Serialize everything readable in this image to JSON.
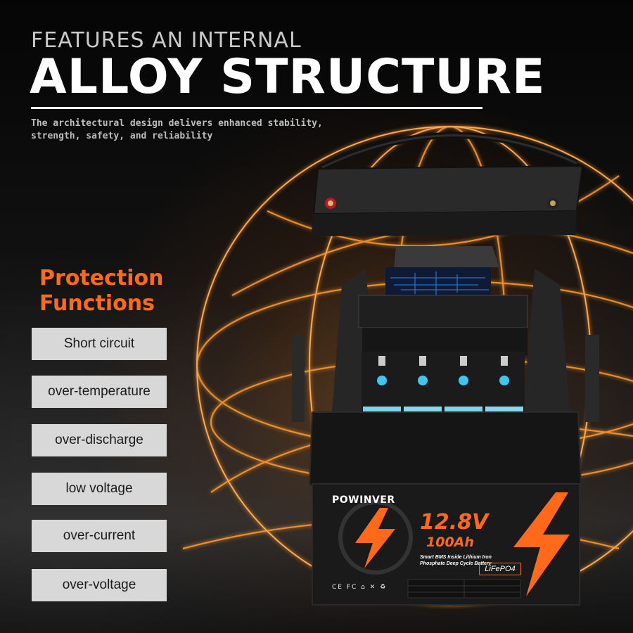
{
  "header": {
    "eyebrow": "FEATURES AN INTERNAL",
    "headline": "ALLOY STRUCTURE",
    "subtext_line1": "The architectural design delivers enhanced stability,",
    "subtext_line2": "strength, safety, and reliability"
  },
  "protection": {
    "title_line1": "Protection",
    "title_line2": "Functions",
    "items": [
      "Short circuit",
      "over-temperature",
      "over-discharge",
      "low voltage",
      "over-current",
      "over-voltage"
    ]
  },
  "battery": {
    "brand": "POWINVER",
    "voltage": "12.8V",
    "capacity": "100Ah",
    "description": "Smart BMS Inside Lithium Iron Phosphate Deep Cycle Battery",
    "chemistry": "LiFePO4",
    "cert_marks": "CE FC ⌂ ✕ ♻"
  },
  "colors": {
    "accent_orange": "#ff6a1a",
    "cell_blue": "#7fd3e6",
    "case_dark": "#1b1b1b"
  }
}
